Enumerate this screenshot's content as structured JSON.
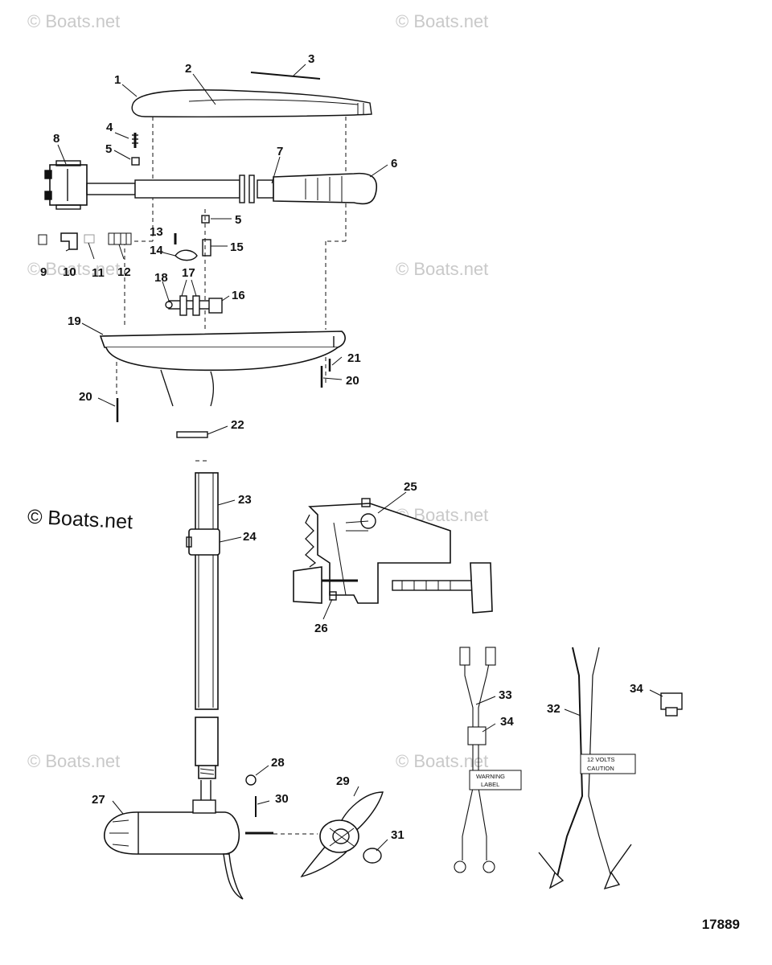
{
  "watermark": "© Boats.net",
  "copyright": "© Boats.net",
  "figure_number": "17889",
  "warning_label": [
    "WARNING",
    "LABEL"
  ],
  "caution_label": [
    "12 VOLTS",
    "CAUTION"
  ],
  "callouts": [
    {
      "id": "1",
      "text": "1"
    },
    {
      "id": "2",
      "text": "2"
    },
    {
      "id": "3",
      "text": "3"
    },
    {
      "id": "4",
      "text": "4"
    },
    {
      "id": "5a",
      "text": "5"
    },
    {
      "id": "5b",
      "text": "5"
    },
    {
      "id": "6",
      "text": "6"
    },
    {
      "id": "7",
      "text": "7"
    },
    {
      "id": "8",
      "text": "8"
    },
    {
      "id": "9",
      "text": "9"
    },
    {
      "id": "10",
      "text": "10"
    },
    {
      "id": "11",
      "text": "11"
    },
    {
      "id": "12",
      "text": "12"
    },
    {
      "id": "13",
      "text": "13"
    },
    {
      "id": "14",
      "text": "14"
    },
    {
      "id": "15",
      "text": "15"
    },
    {
      "id": "16",
      "text": "16"
    },
    {
      "id": "17",
      "text": "17"
    },
    {
      "id": "18",
      "text": "18"
    },
    {
      "id": "19",
      "text": "19"
    },
    {
      "id": "20a",
      "text": "20"
    },
    {
      "id": "20b",
      "text": "20"
    },
    {
      "id": "21",
      "text": "21"
    },
    {
      "id": "22",
      "text": "22"
    },
    {
      "id": "23",
      "text": "23"
    },
    {
      "id": "24",
      "text": "24"
    },
    {
      "id": "25",
      "text": "25"
    },
    {
      "id": "26",
      "text": "26"
    },
    {
      "id": "27",
      "text": "27"
    },
    {
      "id": "28",
      "text": "28"
    },
    {
      "id": "29",
      "text": "29"
    },
    {
      "id": "30",
      "text": "30"
    },
    {
      "id": "31",
      "text": "31"
    },
    {
      "id": "32",
      "text": "32"
    },
    {
      "id": "33",
      "text": "33"
    },
    {
      "id": "34a",
      "text": "34"
    },
    {
      "id": "34b",
      "text": "34"
    }
  ]
}
